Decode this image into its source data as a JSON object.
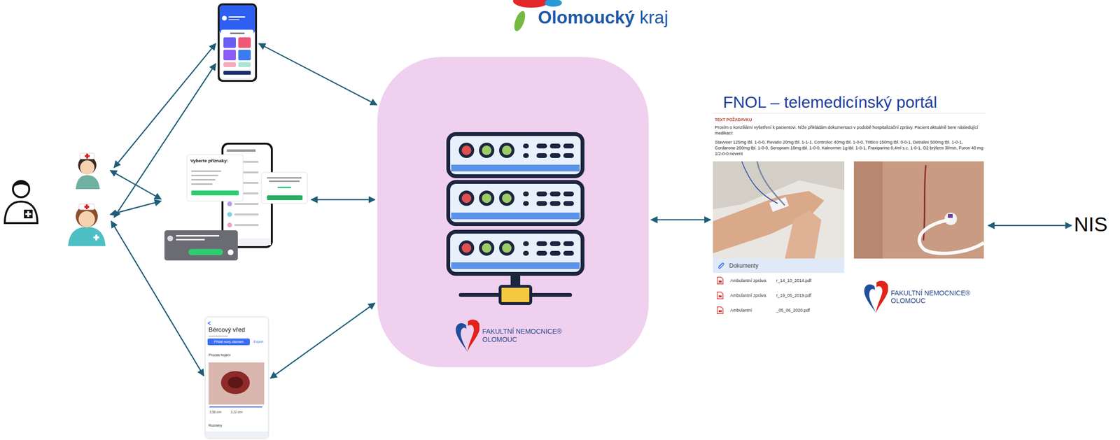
{
  "diagram": {
    "nodes": [
      {
        "text": [
          "Vyberte příznaky:"
        ]
      },
      {
        "text": [
          "Bércový vřed",
          "Přidat nový záznam",
          "Export",
          "Proces hojení",
          "3,58 cm²",
          "3,22 cm²",
          "Rozměry"
        ]
      },
      {
        "text": [
          "FAKULTNÍ NEMOCNICE® OLOMOUC"
        ]
      },
      {
        "text": [
          "FNOL – telemedicínský portál",
          "TEXT POŽADAVKU",
          "Prosím o konziliární vyšetření k pacientovi. Níže přikládám dokumentaci v podobě hospitalizační zprávy. Pacient aktuálně bere následující medikaci:",
          "Stavveer 125mg tbl. 1-0-0, Revatio 20mg tbl. 1-1-1, Controloc 40mg tbl. 1-0-0, Trittico 150mg tbl. 0-0-1, Detralex 500mg tbl. 1-0-1, Cordarone 200mg tbl. 1-0-0, Seropram 10mg tbl. 1-0-0, Kalnormin 1g tbl. 1-0-1, Fraxiparine 0,4ml s.c. 1-0-1, O2 brýlemi 3l/min, Furon 40 mg 1/2-0-0 nevent",
          "Dokumenty",
          "Ambulantní zpráva",
          "r_14_10_2014.pdf",
          "Ambulantní zpráva",
          "r_19_05_2019.pdf",
          "Ambulantní",
          "_05_06_2020.pdf",
          "FAKULTNÍ NEMOCNICE® OLOMOUC"
        ]
      },
      {
        "text": [
          "NIS"
        ]
      }
    ],
    "edges": [
      {
        "from": 0,
        "to": 2,
        "arrow": "both"
      },
      {
        "from": 1,
        "to": 2,
        "arrow": "both"
      },
      {
        "from": 2,
        "to": 3,
        "arrow": "both"
      },
      {
        "from": 3,
        "to": 4,
        "arrow": "both"
      }
    ],
    "labels": [
      "Olomoucký",
      "kraj"
    ]
  }
}
